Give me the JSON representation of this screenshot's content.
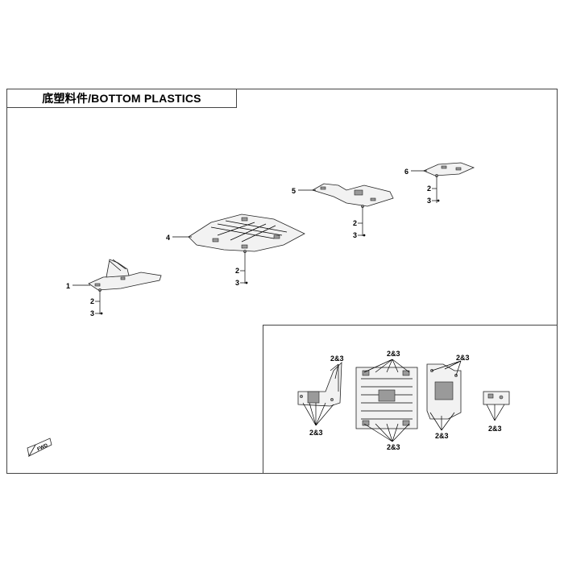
{
  "title": "底塑料件/BOTTOM PLASTICS",
  "callouts": {
    "part1": "1",
    "part4": "4",
    "part5": "5",
    "part6": "6",
    "screw": "2",
    "nut": "3"
  },
  "inset": {
    "label": "2&3"
  },
  "fwd_label": "FWD"
}
